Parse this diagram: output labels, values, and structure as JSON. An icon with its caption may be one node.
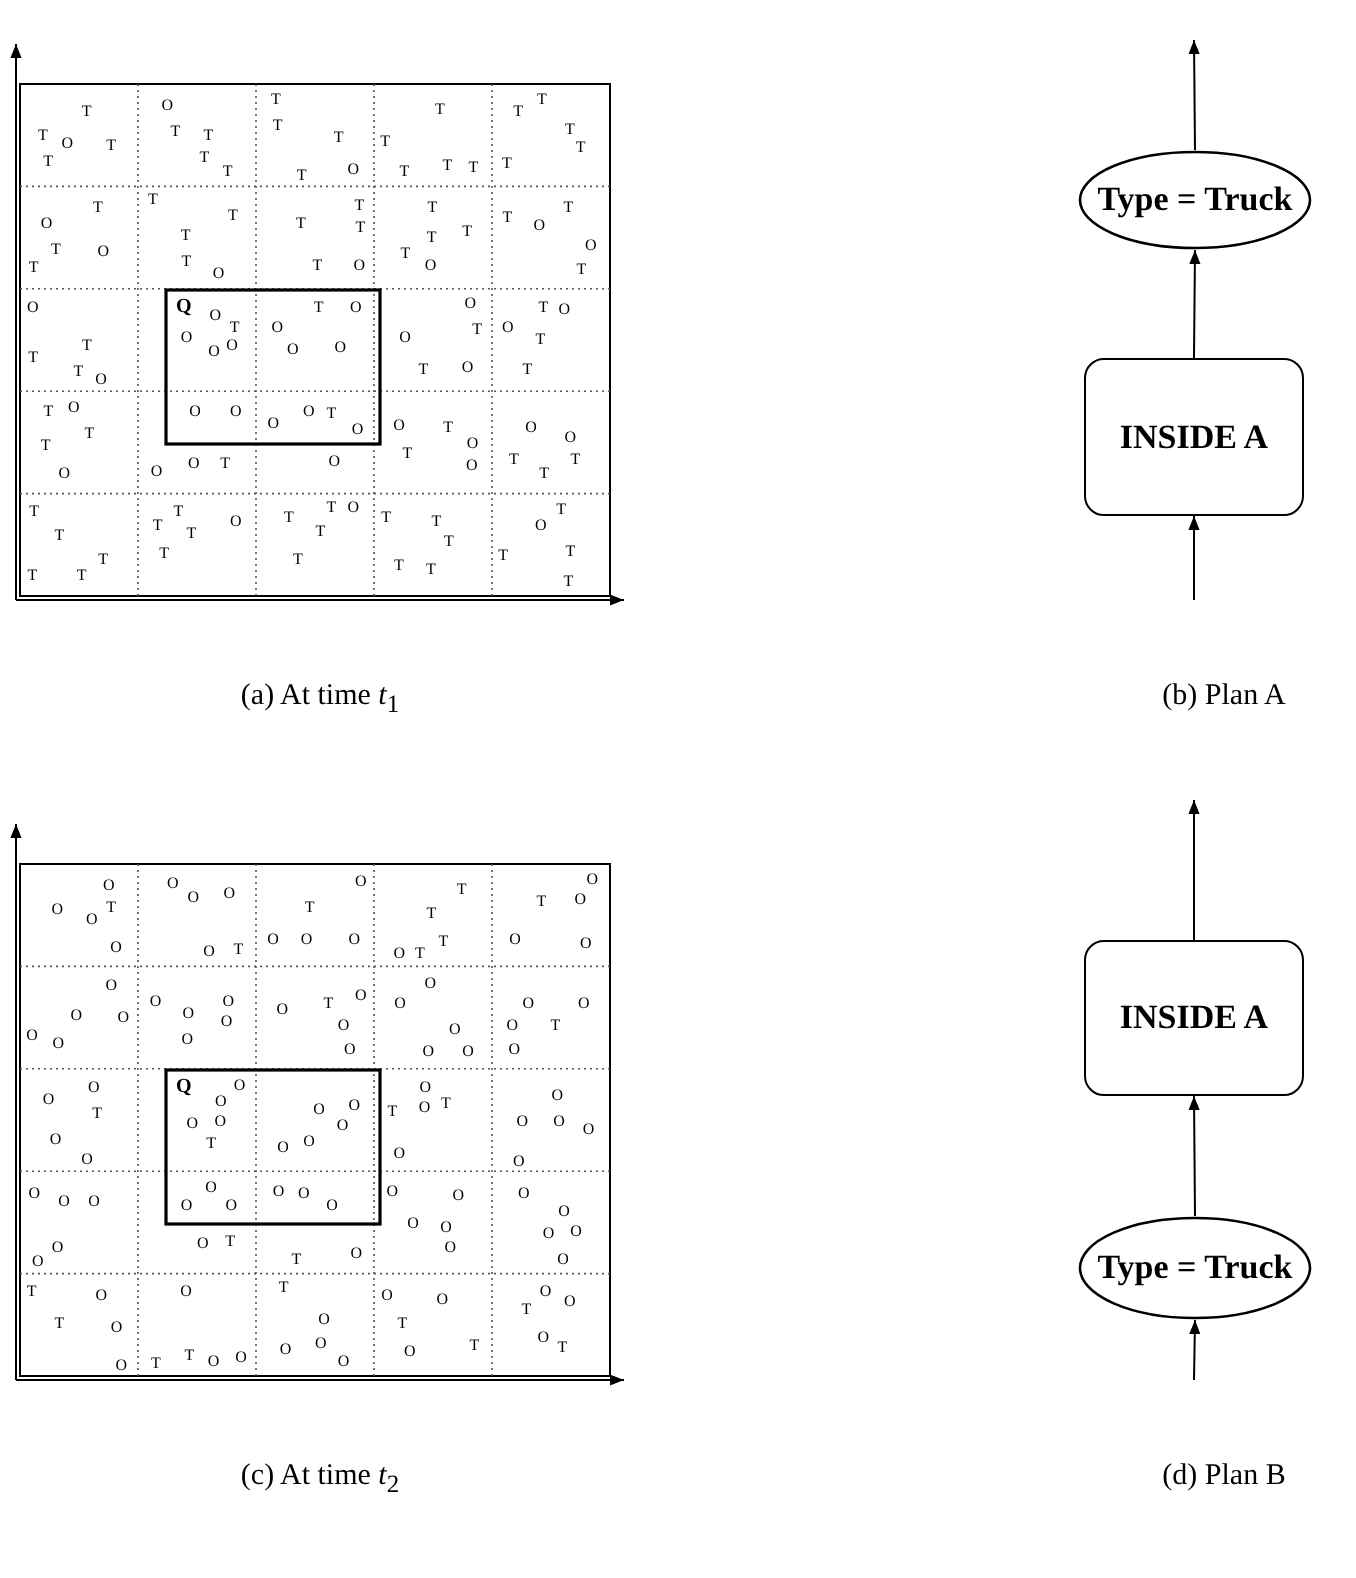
{
  "diagram": {
    "nodes": [
      {
        "text": [
          "Type = Truck"
        ]
      },
      {
        "text": [
          "INSIDE A"
        ]
      },
      {
        "text": [
          "INSIDE A"
        ]
      },
      {
        "text": [
          "Type = Truck"
        ]
      }
    ],
    "edges": [
      {
        "from": null,
        "to": 1,
        "arrow": "to"
      },
      {
        "from": 1,
        "to": 0,
        "arrow": "to"
      },
      {
        "from": 0,
        "to": null,
        "arrow": "to"
      },
      {
        "from": null,
        "to": 3,
        "arrow": "to"
      },
      {
        "from": 3,
        "to": 2,
        "arrow": "to"
      },
      {
        "from": 2,
        "to": null,
        "arrow": "to"
      }
    ],
    "labels": [
      "Q",
      "T",
      "T",
      "O",
      "T",
      "T",
      "T",
      "O",
      "T",
      "T",
      "T",
      "T",
      "T",
      "T",
      "O",
      "T",
      "T",
      "T",
      "T",
      "T",
      "T",
      "T",
      "T",
      "T",
      "T",
      "T",
      "O",
      "T",
      "T",
      "O",
      "T",
      "T",
      "T",
      "T",
      "T",
      "O",
      "T",
      "T",
      "T",
      "O",
      "T",
      "T",
      "T",
      "T",
      "T",
      "O",
      "O",
      "T",
      "O",
      "T",
      "T",
      "T",
      "O",
      "T",
      "T",
      "O",
      "O",
      "O",
      "T",
      "O",
      "O",
      "O",
      "O",
      "T",
      "O",
      "O",
      "O",
      "T",
      "O",
      "O",
      "T",
      "O",
      "T",
      "T",
      "O",
      "T",
      "O",
      "T",
      "T",
      "T",
      "O",
      "O",
      "O",
      "O",
      "O",
      "T",
      "O",
      "O",
      "O",
      "O",
      "T",
      "O",
      "O",
      "T",
      "O",
      "T",
      "O",
      "T",
      "T",
      "O",
      "T",
      "T",
      "T",
      "T",
      "T",
      "T",
      "T",
      "T",
      "T",
      "O",
      "T",
      "T",
      "T",
      "T",
      "O",
      "T",
      "T",
      "T",
      "T",
      "T",
      "T",
      "T",
      "T",
      "T",
      "T",
      "O",
      "(a) At time *t*$_{1}$",
      "(b) Plan A",
      "Q",
      "O",
      "O",
      "O",
      "T",
      "O",
      "O",
      "O",
      "O",
      "T",
      "O",
      "O",
      "O",
      "T",
      "O",
      "O",
      "T",
      "T",
      "T",
      "O",
      "T",
      "O",
      "O",
      "O",
      "O",
      "T",
      "O",
      "O",
      "O",
      "O",
      "O",
      "O",
      "O",
      "O",
      "O",
      "O",
      "O",
      "O",
      "O",
      "T",
      "O",
      "O",
      "O",
      "O",
      "O",
      "O",
      "O",
      "O",
      "O",
      "T",
      "O",
      "T",
      "O",
      "O",
      "O",
      "O",
      "O",
      "O",
      "O",
      "T",
      "O",
      "O",
      "O",
      "O",
      "O",
      "O",
      "O",
      "O",
      "O",
      "T",
      "T",
      "O",
      "O",
      "O",
      "O",
      "O",
      "O",
      "O",
      "O",
      "O",
      "O",
      "O",
      "T",
      "O",
      "O",
      "O",
      "O",
      "O",
      "O",
      "T",
      "O",
      "O",
      "O",
      "O",
      "O",
      "O",
      "O",
      "O",
      "O",
      "O",
      "O",
      "O",
      "T",
      "O",
      "T",
      "O",
      "O",
      "O",
      "O",
      "T",
      "T",
      "O",
      "O",
      "O",
      "T",
      "O",
      "T",
      "O",
      "T",
      "O",
      "O",
      "O",
      "O",
      "T",
      "T",
      "O",
      "(c) At time *t*$_{2}$",
      "(d) Plan B"
    ]
  }
}
